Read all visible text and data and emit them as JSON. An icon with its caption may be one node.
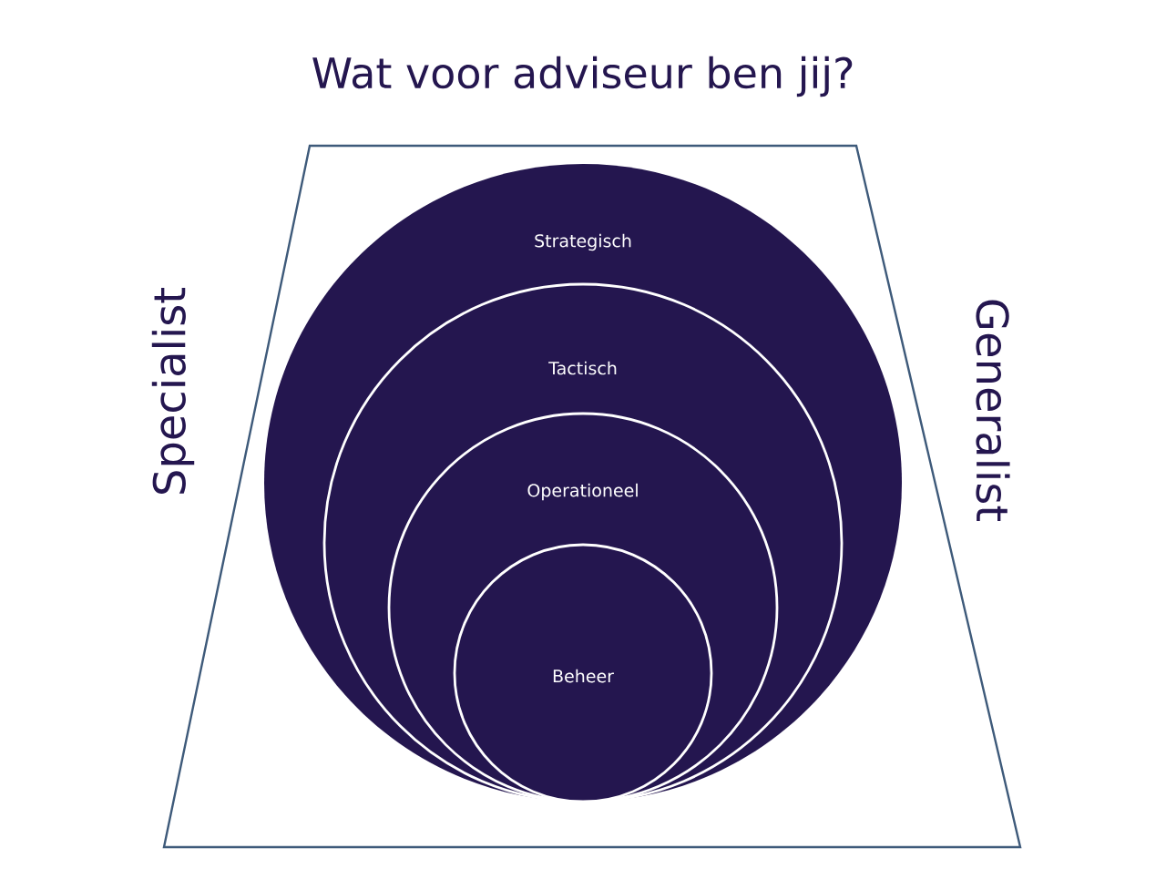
{
  "diagram": {
    "title": "Wat voor adviseur ben jij?",
    "nodes": [
      {
        "text": [
          "Strategisch"
        ]
      },
      {
        "text": [
          "Tactisch"
        ],
        "in": 0
      },
      {
        "text": [
          "Operationeel"
        ],
        "in": 1
      },
      {
        "text": [
          "Beheer"
        ],
        "in": 2
      }
    ],
    "labels": [
      "Specialist",
      "Generalist"
    ]
  }
}
